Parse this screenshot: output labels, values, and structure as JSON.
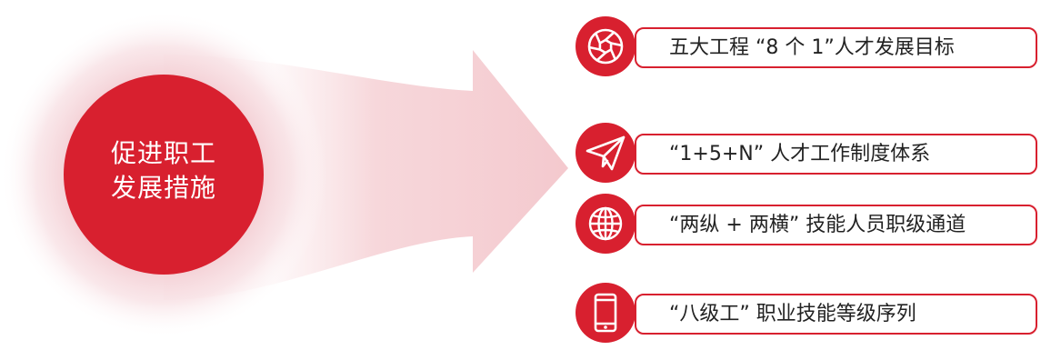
{
  "center": {
    "line1": "促进职工",
    "line2": "发展措施"
  },
  "colors": {
    "accent": "#d8202f",
    "glow": "#f2c9cf",
    "arrow": "#f4d2d6"
  },
  "items": [
    {
      "icon": "aperture-icon",
      "label": "五大工程 “8 个 1”人才发展目标"
    },
    {
      "icon": "paper-plane-icon",
      "label": "“1+5+N” 人才工作制度体系"
    },
    {
      "icon": "globe-icon",
      "label": "“两纵 + 两横” 技能人员职级通道"
    },
    {
      "icon": "tablet-icon",
      "label": "“八级工” 职业技能等级序列"
    }
  ]
}
